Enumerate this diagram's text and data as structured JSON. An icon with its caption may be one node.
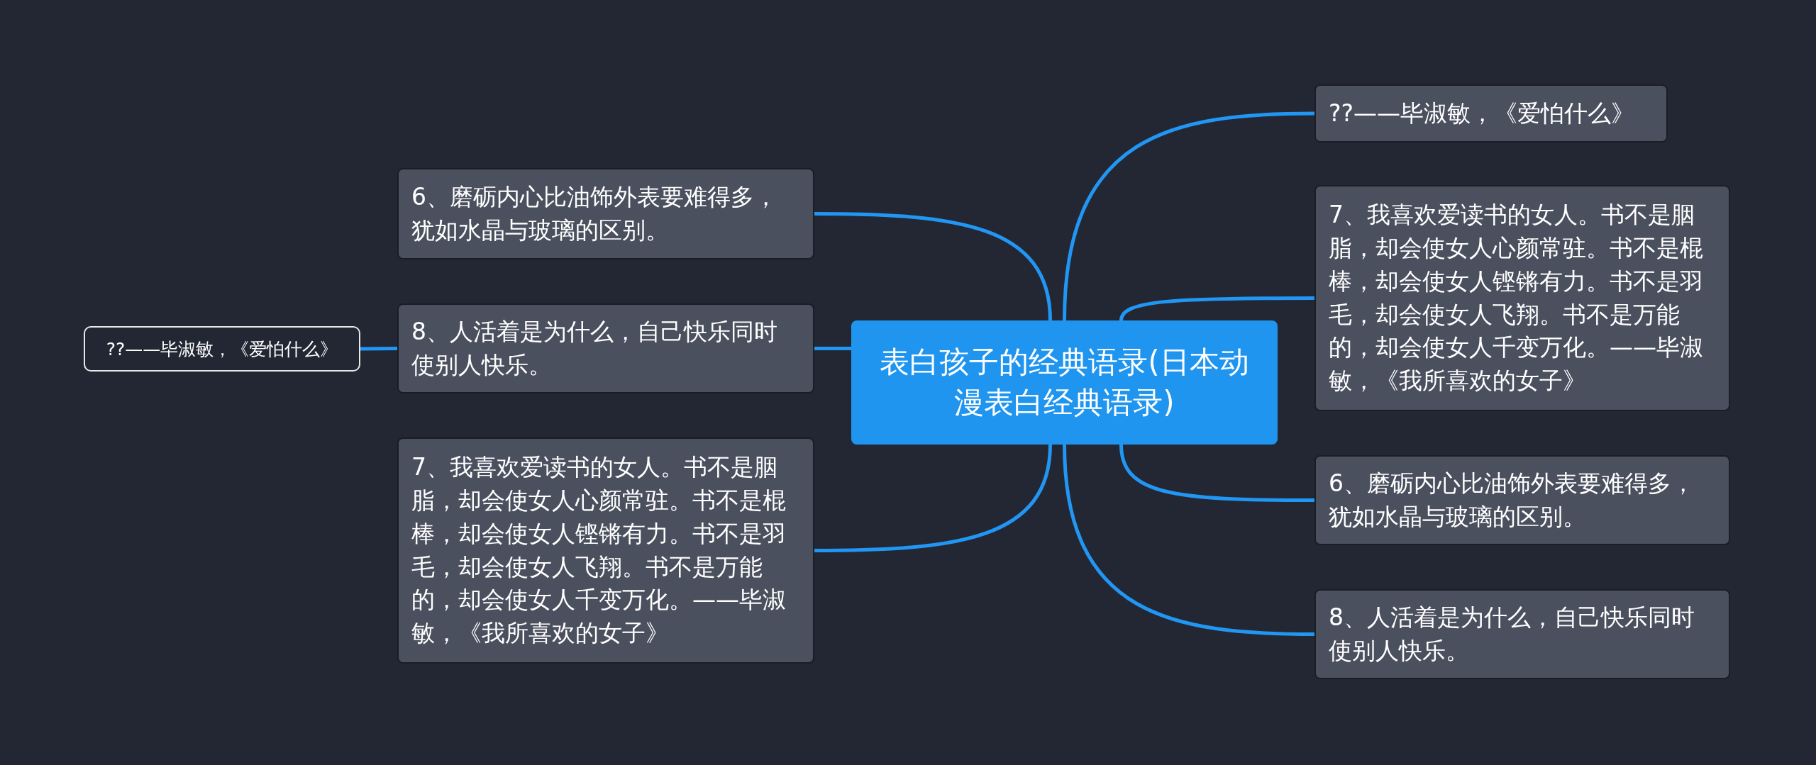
{
  "diagram": {
    "nodes": [
      {
        "text": [
          "表白孩子的经典语录(日本动漫表白经典语录)"
        ]
      },
      {
        "text": [
          "??——毕淑敏，《爱怕什么》"
        ]
      },
      {
        "text": [
          "7、我喜欢爱读书的女人。书不是胭脂，却会使女人心颜常驻。书不是棍棒，却会使女人铿锵有力。书不是羽毛，却会使女人飞翔。书不是万能的，却会使女人千变万化。——毕淑敏，《我所喜欢的女子》"
        ]
      },
      {
        "text": [
          "6、磨砺内心比油饰外表要难得多，犹如水晶与玻璃的区别。"
        ]
      },
      {
        "text": [
          "8、人活着是为什么，自己快乐同时使别人快乐。"
        ]
      },
      {
        "text": [
          "6、磨砺内心比油饰外表要难得多，犹如水晶与玻璃的区别。"
        ]
      },
      {
        "text": [
          "8、人活着是为什么，自己快乐同时使别人快乐。"
        ]
      },
      {
        "text": [
          "7、我喜欢爱读书的女人。书不是胭脂，却会使女人心颜常驻。书不是棍棒，却会使女人铿锵有力。书不是羽毛，却会使女人飞翔。书不是万能的，却会使女人千变万化。——毕淑敏，《我所喜欢的女子》"
        ]
      },
      {
        "text": [
          "??——毕淑敏，《爱怕什么》"
        ]
      }
    ],
    "edges": [
      {
        "from": 0,
        "to": 1,
        "arrow": "none"
      },
      {
        "from": 0,
        "to": 2,
        "arrow": "none"
      },
      {
        "from": 0,
        "to": 3,
        "arrow": "none"
      },
      {
        "from": 0,
        "to": 4,
        "arrow": "none"
      },
      {
        "from": 0,
        "to": 5,
        "arrow": "none"
      },
      {
        "from": 0,
        "to": 6,
        "arrow": "none"
      },
      {
        "from": 0,
        "to": 7,
        "arrow": "none"
      },
      {
        "from": 6,
        "to": 8,
        "arrow": "none"
      }
    ]
  }
}
